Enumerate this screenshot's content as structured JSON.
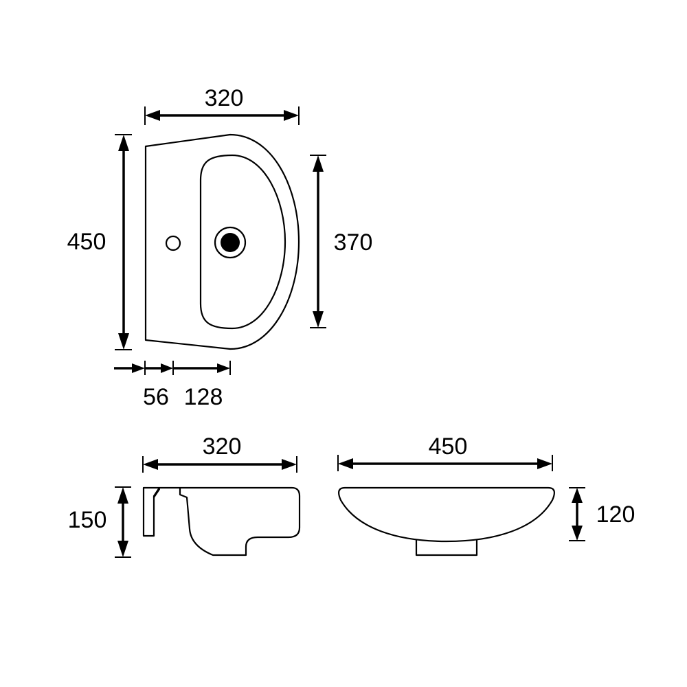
{
  "dimensions": {
    "top_width": "320",
    "top_depth": "450",
    "bowl_depth": "370",
    "tap_offset": "56",
    "waste_offset": "128",
    "side_width": "320",
    "side_height": "150",
    "front_width": "450",
    "front_height": "120"
  },
  "colors": {
    "line": "#000000",
    "background": "#ffffff"
  }
}
